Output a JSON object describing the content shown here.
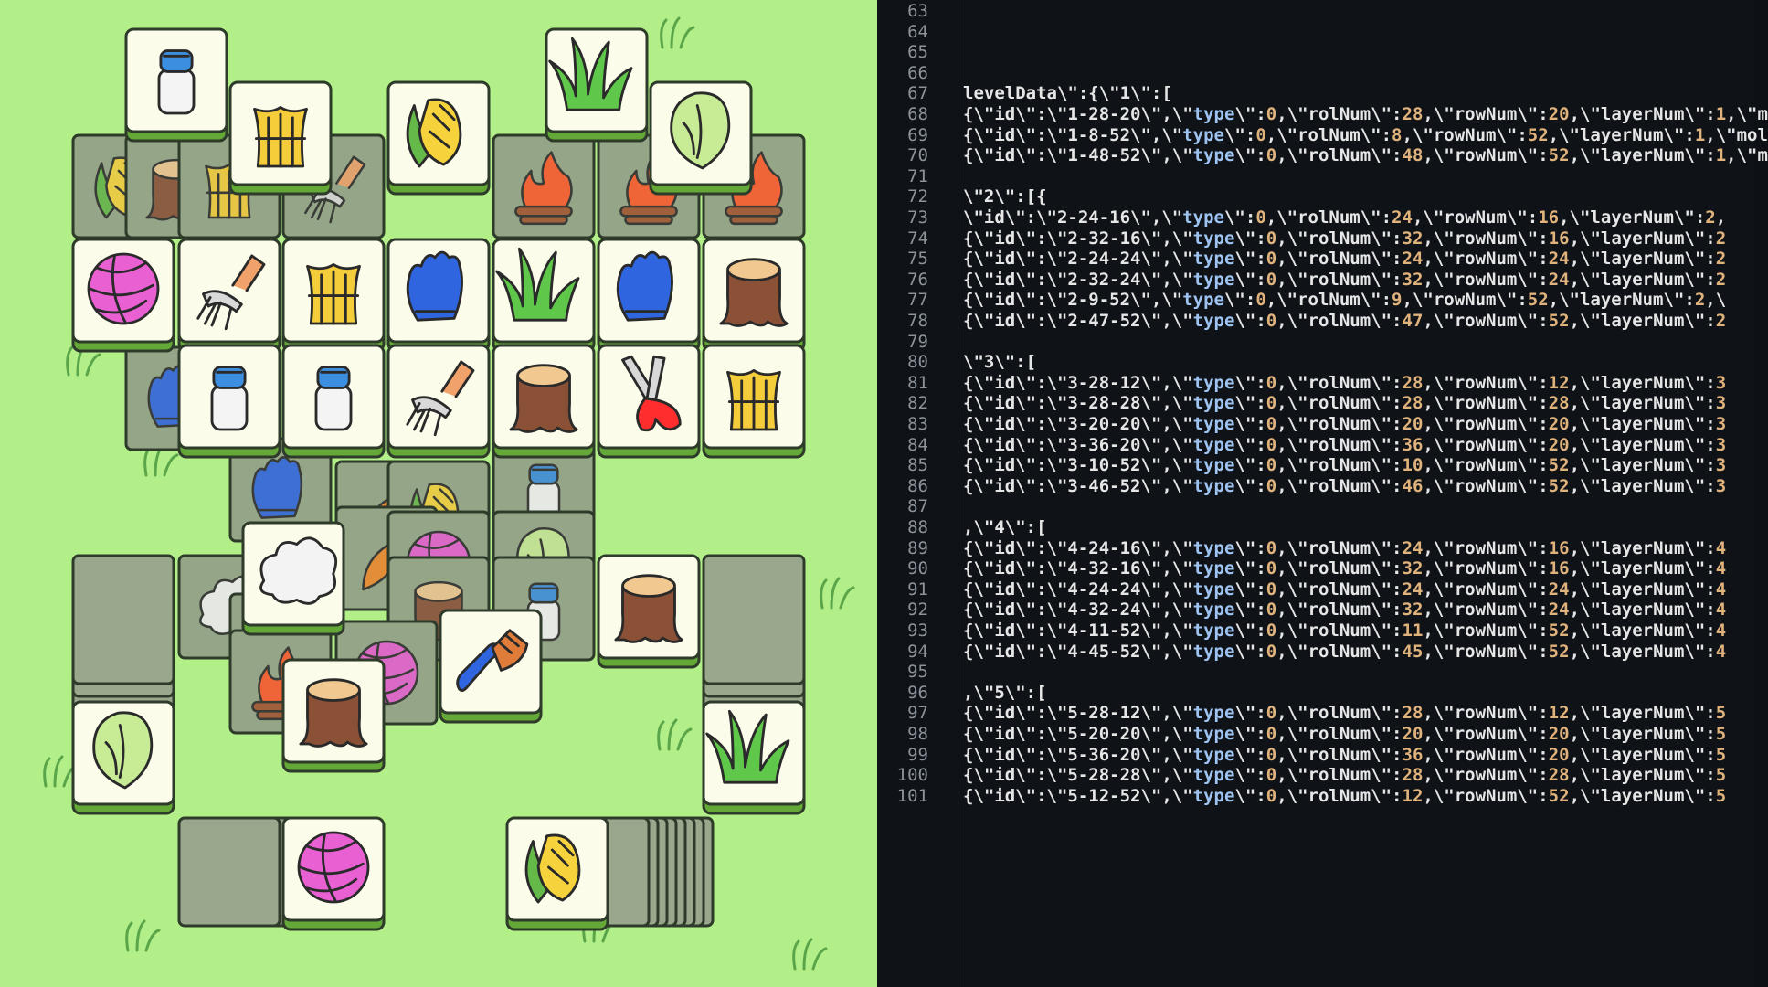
{
  "game": {
    "background": "#b2ef88",
    "tiles": [
      {
        "icon": "milk-bottle",
        "state": "open"
      },
      {
        "icon": "grass",
        "state": "open"
      },
      {
        "icon": "wheat",
        "state": "open"
      },
      {
        "icon": "corn",
        "state": "open"
      },
      {
        "icon": "cabbage",
        "state": "open"
      },
      {
        "icon": "yarn",
        "state": "open"
      },
      {
        "icon": "pitchfork",
        "state": "open"
      },
      {
        "icon": "wheat",
        "state": "open"
      },
      {
        "icon": "glove",
        "state": "open"
      },
      {
        "icon": "grass",
        "state": "open"
      },
      {
        "icon": "glove",
        "state": "open"
      },
      {
        "icon": "stump",
        "state": "open"
      },
      {
        "icon": "milk-bottle",
        "state": "open"
      },
      {
        "icon": "milk-bottle",
        "state": "open"
      },
      {
        "icon": "pitchfork",
        "state": "open"
      },
      {
        "icon": "stump",
        "state": "open"
      },
      {
        "icon": "pruning-shears",
        "state": "open"
      },
      {
        "icon": "wheat",
        "state": "open"
      },
      {
        "icon": "cotton",
        "state": "open"
      },
      {
        "icon": "stump",
        "state": "open"
      },
      {
        "icon": "brush",
        "state": "open"
      },
      {
        "icon": "stump",
        "state": "open"
      },
      {
        "icon": "cabbage",
        "state": "open"
      },
      {
        "icon": "grass",
        "state": "open"
      },
      {
        "icon": "yarn",
        "state": "open"
      },
      {
        "icon": "corn",
        "state": "open"
      },
      {
        "icon": "corn",
        "state": "blocked"
      },
      {
        "icon": "stump",
        "state": "blocked"
      },
      {
        "icon": "wheat",
        "state": "blocked"
      },
      {
        "icon": "pitchfork",
        "state": "blocked"
      },
      {
        "icon": "campfire",
        "state": "blocked"
      },
      {
        "icon": "campfire",
        "state": "blocked"
      },
      {
        "icon": "campfire",
        "state": "blocked"
      },
      {
        "icon": "glove",
        "state": "blocked"
      },
      {
        "icon": "glove",
        "state": "blocked"
      },
      {
        "icon": "carrot",
        "state": "blocked"
      },
      {
        "icon": "corn",
        "state": "blocked"
      },
      {
        "icon": "milk-bottle",
        "state": "blocked"
      },
      {
        "icon": "cotton",
        "state": "blocked"
      },
      {
        "icon": "carrot",
        "state": "blocked"
      },
      {
        "icon": "yarn",
        "state": "blocked"
      },
      {
        "icon": "cabbage",
        "state": "blocked"
      },
      {
        "icon": "cotton",
        "state": "blocked"
      },
      {
        "icon": "stump",
        "state": "blocked"
      },
      {
        "icon": "milk-bottle",
        "state": "blocked"
      },
      {
        "icon": "yarn",
        "state": "blocked"
      },
      {
        "icon": "campfire",
        "state": "blocked"
      }
    ]
  },
  "code": {
    "lines": [
      {
        "n": "63",
        "t": ""
      },
      {
        "n": "64",
        "t": ""
      },
      {
        "n": "65",
        "t": ""
      },
      {
        "n": "66",
        "t": ""
      },
      {
        "n": "67",
        "t": "levelData\\\":{\\\"1\\\":["
      },
      {
        "n": "68",
        "t": "{\\\"id\\\":\\\"1-28-20\\\",\\\"type\\\":0,\\\"rolNum\\\":28,\\\"rowNum\\\":20,\\\"layerNum\\\":1,\\\"m"
      },
      {
        "n": "69",
        "t": "{\\\"id\\\":\\\"1-8-52\\\",\\\"type\\\":0,\\\"rolNum\\\":8,\\\"rowNum\\\":52,\\\"layerNum\\\":1,\\\"mol"
      },
      {
        "n": "70",
        "t": "{\\\"id\\\":\\\"1-48-52\\\",\\\"type\\\":0,\\\"rolNum\\\":48,\\\"rowNum\\\":52,\\\"layerNum\\\":1,\\\"m"
      },
      {
        "n": "71",
        "t": ""
      },
      {
        "n": "72",
        "t": "\\\"2\\\":[{"
      },
      {
        "n": "73",
        "t": "    \\\"id\\\":\\\"2-24-16\\\",\\\"type\\\":0,\\\"rolNum\\\":24,\\\"rowNum\\\":16,\\\"layerNum\\\":2,"
      },
      {
        "n": "74",
        "t": "    {\\\"id\\\":\\\"2-32-16\\\",\\\"type\\\":0,\\\"rolNum\\\":32,\\\"rowNum\\\":16,\\\"layerNum\\\":2"
      },
      {
        "n": "75",
        "t": "    {\\\"id\\\":\\\"2-24-24\\\",\\\"type\\\":0,\\\"rolNum\\\":24,\\\"rowNum\\\":24,\\\"layerNum\\\":2"
      },
      {
        "n": "76",
        "t": "    {\\\"id\\\":\\\"2-32-24\\\",\\\"type\\\":0,\\\"rolNum\\\":32,\\\"rowNum\\\":24,\\\"layerNum\\\":2"
      },
      {
        "n": "77",
        "t": "    {\\\"id\\\":\\\"2-9-52\\\",\\\"type\\\":0,\\\"rolNum\\\":9,\\\"rowNum\\\":52,\\\"layerNum\\\":2,\\"
      },
      {
        "n": "78",
        "t": "    {\\\"id\\\":\\\"2-47-52\\\",\\\"type\\\":0,\\\"rolNum\\\":47,\\\"rowNum\\\":52,\\\"layerNum\\\":2"
      },
      {
        "n": "79",
        "t": ""
      },
      {
        "n": "80",
        "t": "\\\"3\\\":["
      },
      {
        "n": "81",
        "t": "    {\\\"id\\\":\\\"3-28-12\\\",\\\"type\\\":0,\\\"rolNum\\\":28,\\\"rowNum\\\":12,\\\"layerNum\\\":3"
      },
      {
        "n": "82",
        "t": "    {\\\"id\\\":\\\"3-28-28\\\",\\\"type\\\":0,\\\"rolNum\\\":28,\\\"rowNum\\\":28,\\\"layerNum\\\":3"
      },
      {
        "n": "83",
        "t": "    {\\\"id\\\":\\\"3-20-20\\\",\\\"type\\\":0,\\\"rolNum\\\":20,\\\"rowNum\\\":20,\\\"layerNum\\\":3"
      },
      {
        "n": "84",
        "t": "    {\\\"id\\\":\\\"3-36-20\\\",\\\"type\\\":0,\\\"rolNum\\\":36,\\\"rowNum\\\":20,\\\"layerNum\\\":3"
      },
      {
        "n": "85",
        "t": "    {\\\"id\\\":\\\"3-10-52\\\",\\\"type\\\":0,\\\"rolNum\\\":10,\\\"rowNum\\\":52,\\\"layerNum\\\":3"
      },
      {
        "n": "86",
        "t": "    {\\\"id\\\":\\\"3-46-52\\\",\\\"type\\\":0,\\\"rolNum\\\":46,\\\"rowNum\\\":52,\\\"layerNum\\\":3"
      },
      {
        "n": "87",
        "t": ""
      },
      {
        "n": "88",
        "t": ",\\\"4\\\":["
      },
      {
        "n": "89",
        "t": "    {\\\"id\\\":\\\"4-24-16\\\",\\\"type\\\":0,\\\"rolNum\\\":24,\\\"rowNum\\\":16,\\\"layerNum\\\":4"
      },
      {
        "n": "90",
        "t": "    {\\\"id\\\":\\\"4-32-16\\\",\\\"type\\\":0,\\\"rolNum\\\":32,\\\"rowNum\\\":16,\\\"layerNum\\\":4"
      },
      {
        "n": "91",
        "t": "    {\\\"id\\\":\\\"4-24-24\\\",\\\"type\\\":0,\\\"rolNum\\\":24,\\\"rowNum\\\":24,\\\"layerNum\\\":4"
      },
      {
        "n": "92",
        "t": "    {\\\"id\\\":\\\"4-32-24\\\",\\\"type\\\":0,\\\"rolNum\\\":32,\\\"rowNum\\\":24,\\\"layerNum\\\":4"
      },
      {
        "n": "93",
        "t": "    {\\\"id\\\":\\\"4-11-52\\\",\\\"type\\\":0,\\\"rolNum\\\":11,\\\"rowNum\\\":52,\\\"layerNum\\\":4"
      },
      {
        "n": "94",
        "t": "    {\\\"id\\\":\\\"4-45-52\\\",\\\"type\\\":0,\\\"rolNum\\\":45,\\\"rowNum\\\":52,\\\"layerNum\\\":4"
      },
      {
        "n": "95",
        "t": ""
      },
      {
        "n": "96",
        "t": ",\\\"5\\\":["
      },
      {
        "n": "97",
        "t": "    {\\\"id\\\":\\\"5-28-12\\\",\\\"type\\\":0,\\\"rolNum\\\":28,\\\"rowNum\\\":12,\\\"layerNum\\\":5"
      },
      {
        "n": "98",
        "t": "    {\\\"id\\\":\\\"5-20-20\\\",\\\"type\\\":0,\\\"rolNum\\\":20,\\\"rowNum\\\":20,\\\"layerNum\\\":5"
      },
      {
        "n": "99",
        "t": "    {\\\"id\\\":\\\"5-36-20\\\",\\\"type\\\":0,\\\"rolNum\\\":36,\\\"rowNum\\\":20,\\\"layerNum\\\":5"
      },
      {
        "n": "100",
        "t": "    {\\\"id\\\":\\\"5-28-28\\\",\\\"type\\\":0,\\\"rolNum\\\":28,\\\"rowNum\\\":28,\\\"layerNum\\\":5"
      },
      {
        "n": "101",
        "t": "    {\\\"id\\\":\\\"5-12-52\\\",\\\"type\\\":0,\\\"rolNum\\\":12,\\\"rowNum\\\":52,\\\"layerNum\\\":5"
      }
    ]
  }
}
